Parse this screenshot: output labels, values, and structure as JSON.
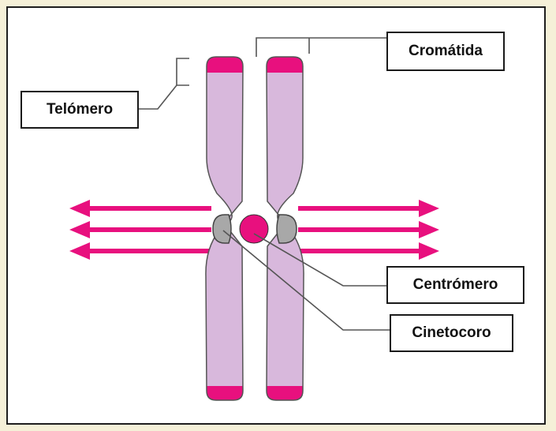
{
  "labels": {
    "chromatid": "Cromátida",
    "telomere": "Telómero",
    "centromere": "Centrómero",
    "kinetochore": "Cinetocoro"
  },
  "colors": {
    "background": "#f5f0d8",
    "panel": "#ffffff",
    "chromatid_body": "#d8b8dc",
    "chromatid_outline": "#333333",
    "telomere_cap": "#e8107e",
    "centromere": "#e8107e",
    "kinetochore": "#a8a8a8",
    "spindle_arrows": "#e8107e",
    "leader_lines": "#555555"
  }
}
